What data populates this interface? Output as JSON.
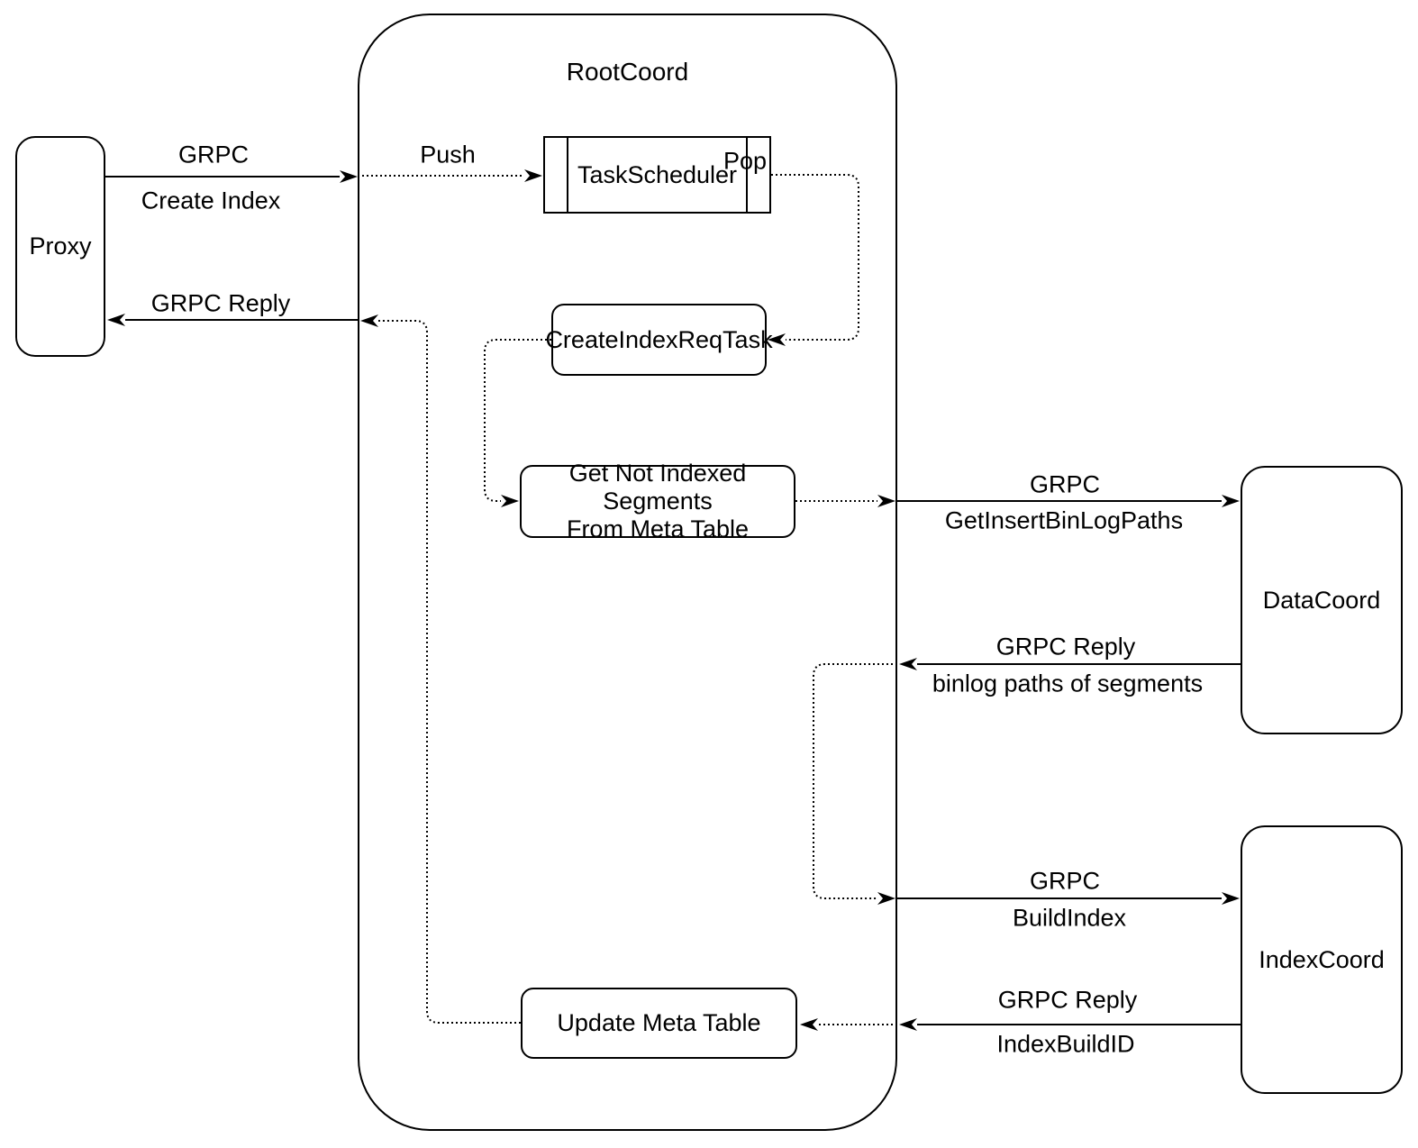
{
  "diagram": {
    "container": {
      "title": "RootCoord"
    },
    "nodes": {
      "proxy": {
        "label": "Proxy"
      },
      "task_scheduler": {
        "label": "TaskScheduler"
      },
      "create_index_req_task": {
        "label": "CreateIndexReqTask"
      },
      "get_not_indexed_segments": {
        "line1": "Get Not Indexed Segments",
        "line2": "From Meta Table"
      },
      "update_meta_table": {
        "label": "Update Meta Table"
      },
      "data_coord": {
        "label": "DataCoord"
      },
      "index_coord": {
        "label": "IndexCoord"
      }
    },
    "edges": {
      "create_index": {
        "title": "GRPC",
        "sub": "Create Index"
      },
      "reply_to_proxy": {
        "title": "GRPC Reply"
      },
      "push": {
        "title": "Push"
      },
      "pop": {
        "title": "Pop"
      },
      "get_insert_binlog_paths": {
        "title": "GRPC",
        "sub": "GetInsertBinLogPaths"
      },
      "reply_binlog_paths": {
        "title": "GRPC Reply",
        "sub": "binlog paths of segments"
      },
      "build_index": {
        "title": "GRPC",
        "sub": "BuildIndex"
      },
      "reply_index_build_id": {
        "title": "GRPC Reply",
        "sub": "IndexBuildID"
      }
    },
    "colors": {
      "stroke": "#000000",
      "background": "#ffffff"
    }
  }
}
